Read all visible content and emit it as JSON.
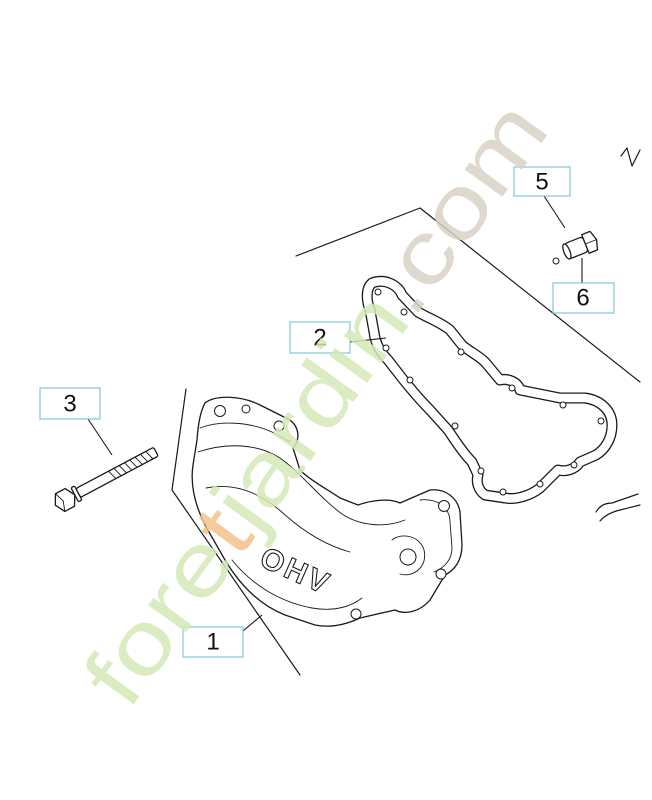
{
  "callouts": [
    {
      "label": "5",
      "highlighted": false
    },
    {
      "label": "6",
      "highlighted": false
    },
    {
      "label": "3",
      "highlighted": false
    },
    {
      "label": "2",
      "highlighted": true
    },
    {
      "label": "1",
      "highlighted": false
    }
  ],
  "part_marking": "OHV",
  "watermark": {
    "segments": [
      "fore",
      "t",
      "jardin",
      ".com"
    ]
  },
  "colors": {
    "callout_border": "#7ec8d8",
    "highlight": "#ffff33",
    "watermark_green": "#d5e9b8",
    "watermark_orange": "#f2c28c",
    "watermark_gray": "#d9d2c6"
  }
}
